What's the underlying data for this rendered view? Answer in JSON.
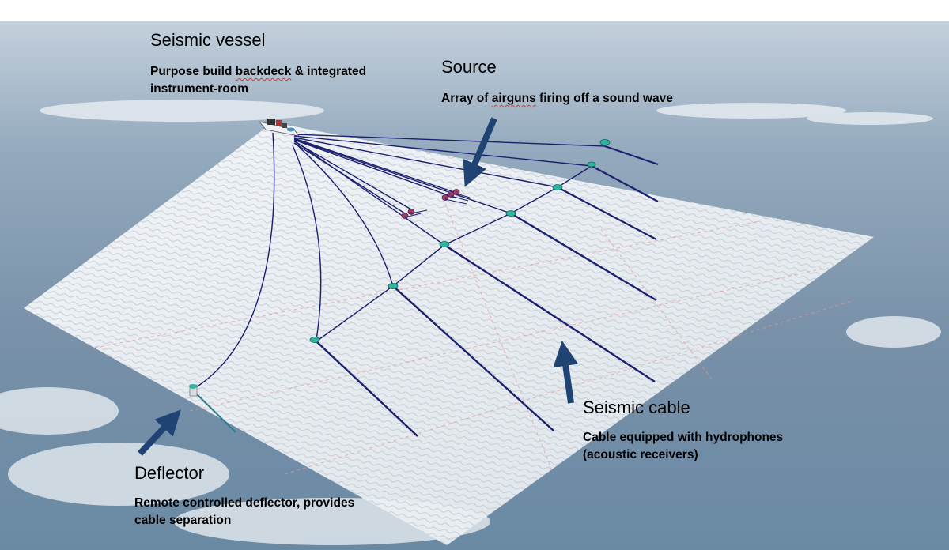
{
  "labels": {
    "vessel": {
      "title": "Seismic vessel",
      "line1_pre": "Purpose build ",
      "line1_mark": "backdeck",
      "line1_post": " & integrated",
      "line2": "instrument-room"
    },
    "source": {
      "title": "Source",
      "line_pre": "Array of ",
      "line_mark": "airguns",
      "line_post": " firing off a sound wave"
    },
    "cable": {
      "title": "Seismic cable",
      "line1": "Cable equipped with hydrophones",
      "line2": "(acoustic receivers)"
    },
    "deflector": {
      "title": "Deflector",
      "line1": "Remote controlled deflector, provides",
      "line2": "cable separation"
    }
  },
  "colors": {
    "sky": "#ffffff",
    "sea_dark": "#5f7c98",
    "sea_light": "#b9c7d4",
    "foam": "#eef2f5",
    "wave_sheet": "#f2f4f6",
    "cable": "#1a1f6e",
    "arrow": "#1f4373",
    "buoy": "#2eb5a0",
    "grid_lines": "#e39a9a"
  },
  "icons": {
    "vessel": "ship-icon",
    "airgun": "airgun-icon",
    "buoy": "buoy-icon",
    "deflector": "deflector-icon",
    "arrow": "arrow-icon"
  }
}
